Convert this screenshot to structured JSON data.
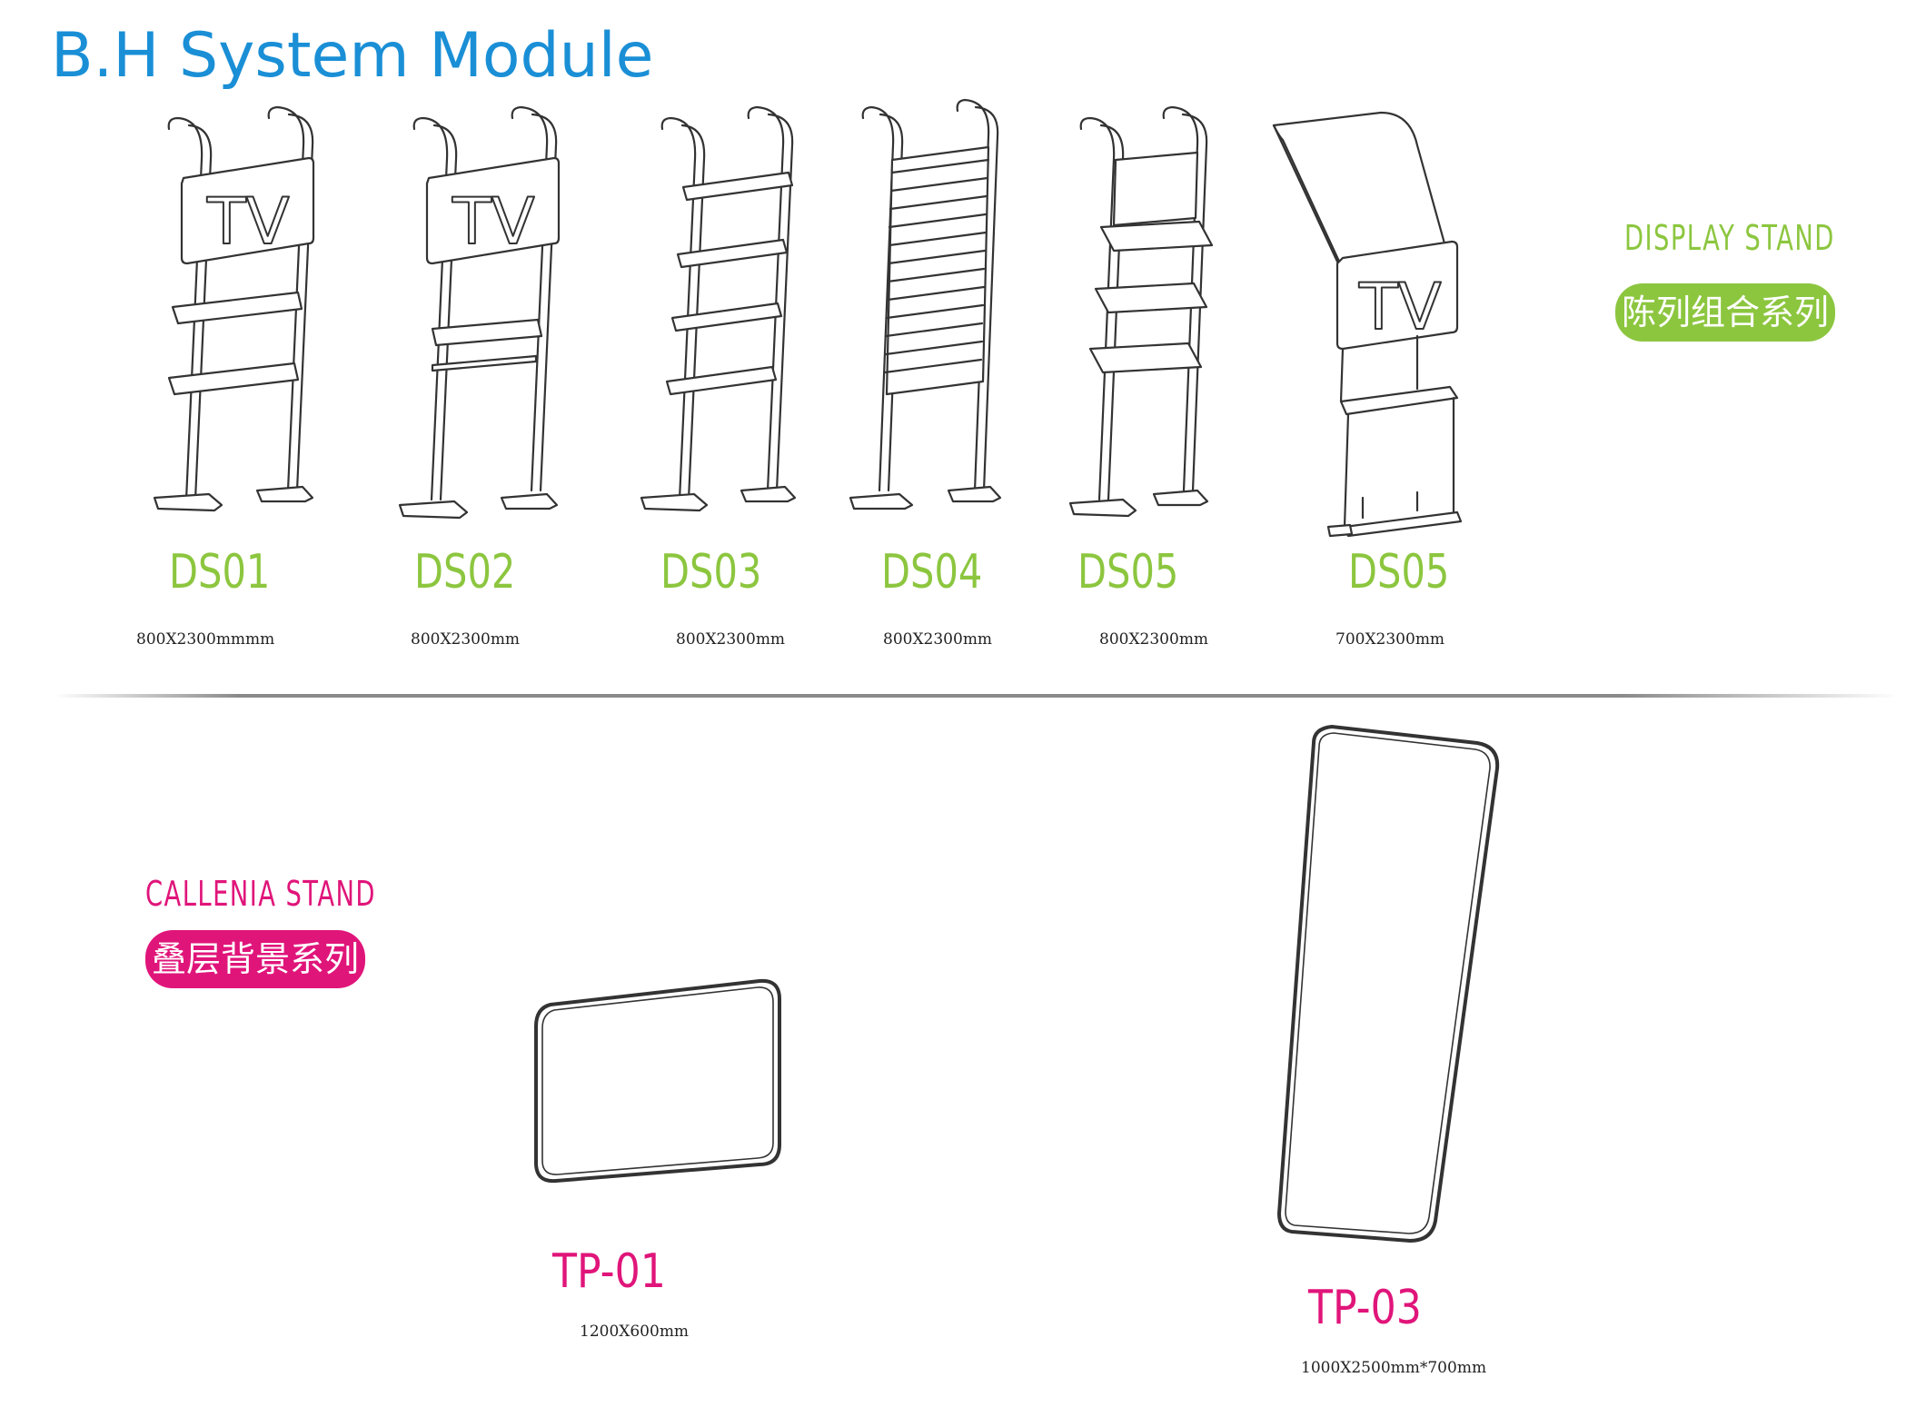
{
  "title": "B.H System Module",
  "display_stand": {
    "label": "DISPLAY STAND",
    "pill": "陈列组合系列",
    "accent": "#8cc63f",
    "items": [
      {
        "code": "DS01",
        "dim": "800X2300mmmm"
      },
      {
        "code": "DS02",
        "dim": "800X2300mm"
      },
      {
        "code": "DS03",
        "dim": "800X2300mm"
      },
      {
        "code": "DS04",
        "dim": "800X2300mm"
      },
      {
        "code": "DS05",
        "dim": "800X2300mm"
      },
      {
        "code": "DS05",
        "dim": "700X2300mm"
      }
    ]
  },
  "callenia_stand": {
    "label": "CALLENIA STAND",
    "pill": "叠层背景系列",
    "accent": "#e0157a",
    "items": [
      {
        "code": "TP-01",
        "dim": "1200X600mm"
      },
      {
        "code": "TP-03",
        "dim": "1000X2500mm*700mm"
      }
    ]
  },
  "tv_label": "TV"
}
